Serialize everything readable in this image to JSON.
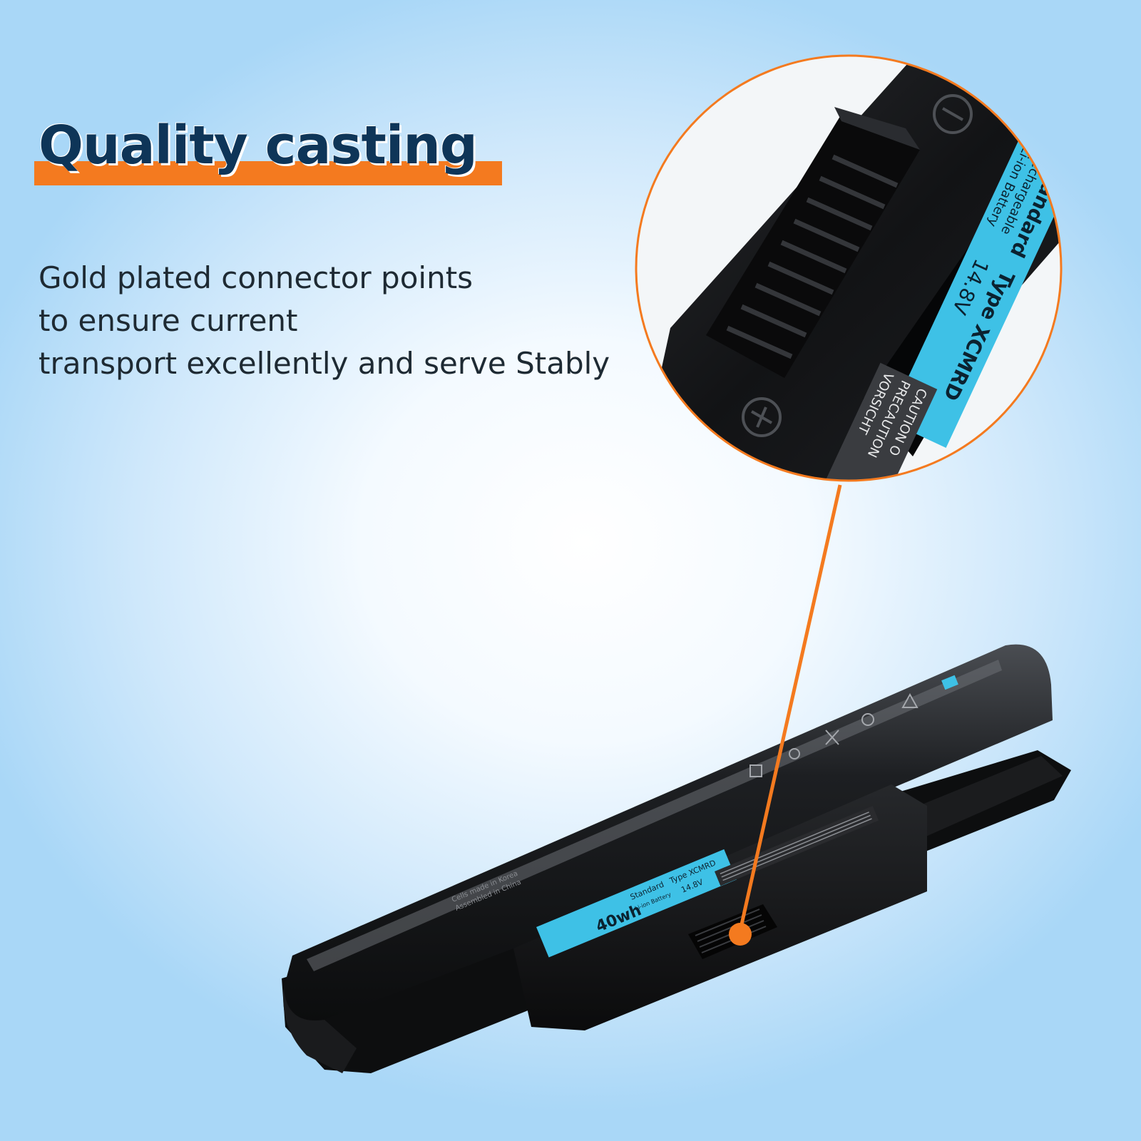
{
  "headline": "Quality casting",
  "body": {
    "line1": "Gold plated connector points",
    "line2": "to ensure current",
    "line3": "transport excellently and serve Stably"
  },
  "battery_label": {
    "capacity": "40wh",
    "standard": "Standard",
    "type": "Type XCMRD",
    "chem": "Li-ion Battery",
    "voltage": "14.8V",
    "origin1": "Cells made in Korea",
    "origin2": "Assembled in China"
  },
  "zoom_label": {
    "standard": "Standard",
    "type": "Type XCMRD",
    "line2": "Rechargeable",
    "line3": "Li-ion Battery",
    "voltage": "14.8V",
    "caution1": "CAUTION O",
    "caution2": "PRECAUTION",
    "caution3": "VORSICHT"
  },
  "colors": {
    "accent_orange": "#f47a1f",
    "headline_navy": "#0e3558",
    "label_cyan": "#3ec1e6",
    "battery_black": "#151617"
  }
}
